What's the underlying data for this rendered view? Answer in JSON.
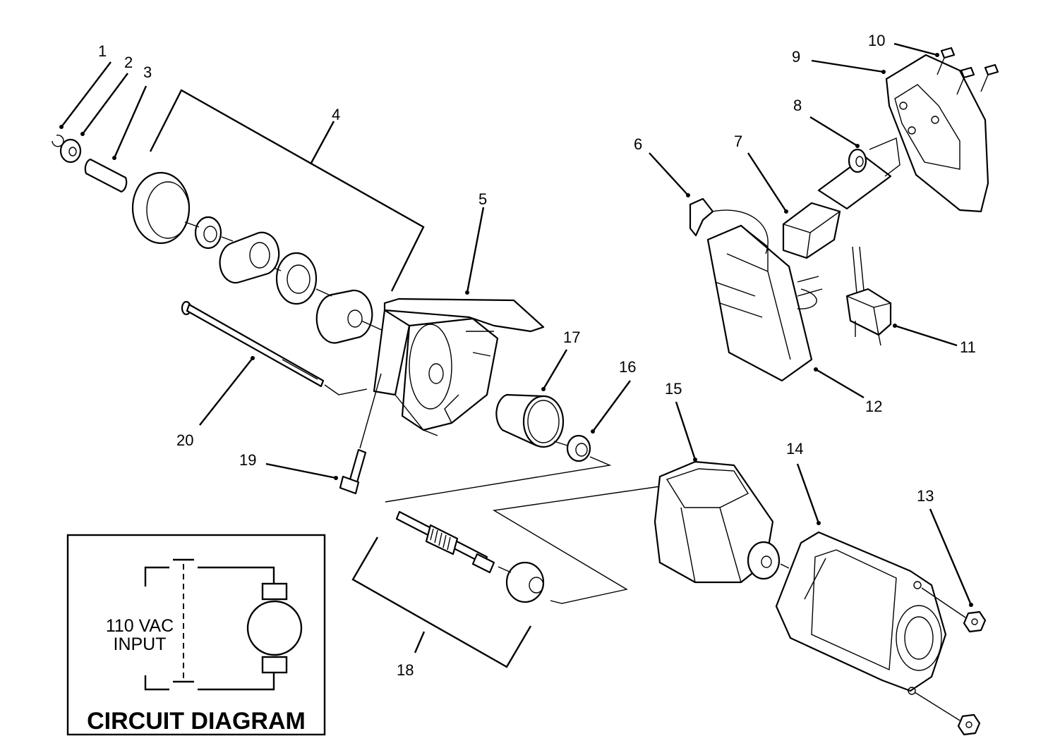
{
  "callouts": [
    {
      "id": "1",
      "label": "1"
    },
    {
      "id": "2",
      "label": "2"
    },
    {
      "id": "3",
      "label": "3"
    },
    {
      "id": "4",
      "label": "4"
    },
    {
      "id": "5",
      "label": "5"
    },
    {
      "id": "6",
      "label": "6"
    },
    {
      "id": "7",
      "label": "7"
    },
    {
      "id": "8",
      "label": "8"
    },
    {
      "id": "9",
      "label": "9"
    },
    {
      "id": "10",
      "label": "10"
    },
    {
      "id": "11",
      "label": "11"
    },
    {
      "id": "12",
      "label": "12"
    },
    {
      "id": "13",
      "label": "13"
    },
    {
      "id": "14",
      "label": "14"
    },
    {
      "id": "15",
      "label": "15"
    },
    {
      "id": "16",
      "label": "16"
    },
    {
      "id": "17",
      "label": "17"
    },
    {
      "id": "18",
      "label": "18"
    },
    {
      "id": "19",
      "label": "19"
    },
    {
      "id": "20",
      "label": "20"
    }
  ],
  "circuit": {
    "input_line1": "110 VAC",
    "input_line2": "INPUT",
    "title": "CIRCUIT DIAGRAM"
  }
}
